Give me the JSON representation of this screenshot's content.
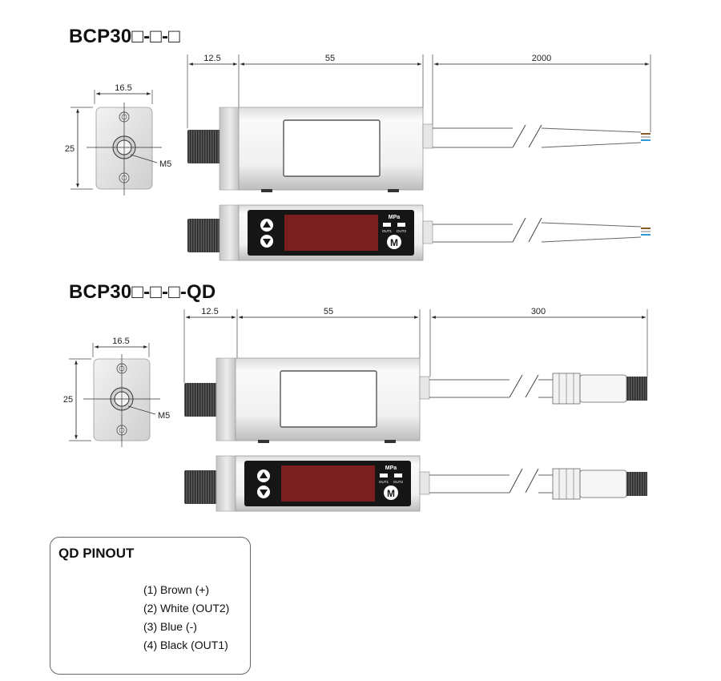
{
  "section1": {
    "title": "BCP30□-□-□",
    "dims": {
      "connector": "12.5",
      "body": "55",
      "cable": "2000",
      "front_width": "16.5",
      "front_height": "25",
      "thread": "M5"
    },
    "panel": {
      "unit": "MPa",
      "out1": "OUT1",
      "out2": "OUT2",
      "mode_key": "M"
    }
  },
  "section2": {
    "title": "BCP30□-□-□-QD",
    "dims": {
      "connector": "12.5",
      "body": "55",
      "cable": "300",
      "front_width": "16.5",
      "front_height": "25",
      "thread": "M5"
    },
    "panel": {
      "unit": "MPa",
      "out1": "OUT1",
      "out2": "OUT2",
      "mode_key": "M"
    }
  },
  "pinout": {
    "title": "QD PINOUT",
    "pins": [
      {
        "num": "1",
        "label": "(1) Brown (+)",
        "color": "#8a5a2b"
      },
      {
        "num": "2",
        "label": "(2) White (OUT2)",
        "color": "#9a9a9a"
      },
      {
        "num": "3",
        "label": "(3) Blue (-)",
        "color": "#2f9bd6"
      },
      {
        "num": "4",
        "label": "(4) Black (OUT1)",
        "color": "#111111"
      }
    ]
  },
  "colors": {
    "display": "#7a1e1e",
    "panel": "#161616",
    "body_light": "#f4f4f4",
    "body_dark": "#c8c8c8"
  }
}
